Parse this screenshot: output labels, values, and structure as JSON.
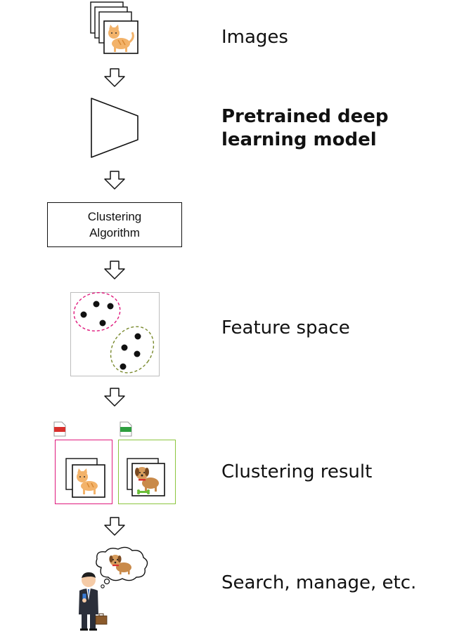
{
  "steps": {
    "images_label": "Images",
    "model_label_line1": "Pretrained deep",
    "model_label_line2": "learning model",
    "algorithm_line1": "Clustering",
    "algorithm_line2": "Algorithm",
    "feature_label": "Feature space",
    "result_label": "Clustering result",
    "search_label": "Search, manage, etc."
  },
  "colors": {
    "cluster_a": "#e0197d",
    "cluster_b": "#8cc63f",
    "tag_red": "#d9302c",
    "tag_green": "#2e9e3f",
    "feature_border": "#bdbdbd"
  },
  "icons": [
    "stacked-images-icon",
    "cat-icon",
    "dog-icon",
    "down-arrow-icon",
    "trapezoid-model-icon",
    "folder-tag-icon",
    "businessman-icon",
    "thought-bubble-icon",
    "briefcase-icon",
    "smartphone-icon",
    "bone-icon"
  ]
}
